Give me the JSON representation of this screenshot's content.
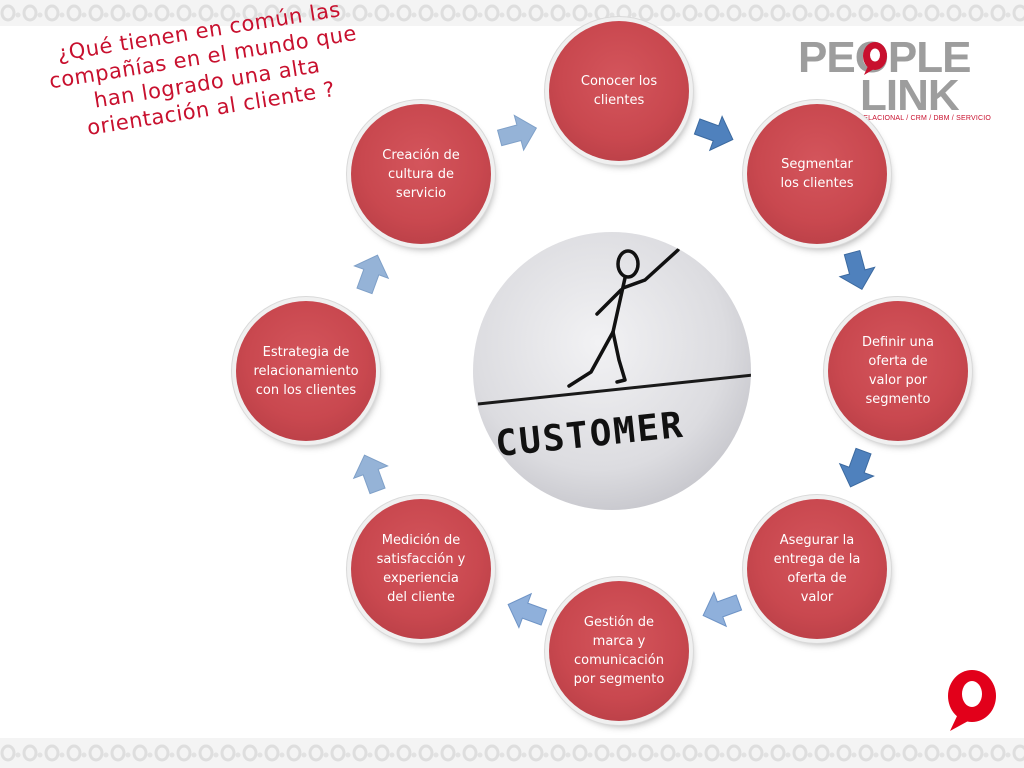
{
  "title": "¿Qué tienen en común las\ncompañías en el mundo que\nhan logrado una alta\norientación al cliente ?",
  "logo": {
    "line1": "PEOPLE",
    "line2": "LINK",
    "tagline": "RELACIONAL / CRM / DBM / SERVICIO",
    "colors": {
      "gray": "#9d9d9d",
      "red": "#c8102e"
    }
  },
  "center_image": {
    "label": "CUSTOMER",
    "icon": "stick-figure-pointing-icon"
  },
  "cycle_nodes": [
    {
      "id": "conocer",
      "text": "Conocer los\nclientes"
    },
    {
      "id": "segmentar",
      "text": "Segmentar\nlos clientes"
    },
    {
      "id": "definir",
      "text": "Definir una\noferta de\nvalor por\nsegmento"
    },
    {
      "id": "asegurar",
      "text": "Asegurar la\nentrega de la\noferta de\nvalor"
    },
    {
      "id": "gestion",
      "text": "Gestión de\nmarca y\ncomunicación\npor segmento"
    },
    {
      "id": "medicion",
      "text": "Medición de\nsatisfacción y\nexperiencia\ndel cliente"
    },
    {
      "id": "estrategia",
      "text": "Estrategia de\nrelacionamiento\ncon los clientes"
    },
    {
      "id": "creacion",
      "text": "Creación de\ncultura de\nservicio"
    }
  ],
  "colors": {
    "node_fill": "#c9484f",
    "title_red": "#c8102e",
    "arrow_dark": "#4f81bd",
    "arrow_light": "#95b3d7"
  }
}
